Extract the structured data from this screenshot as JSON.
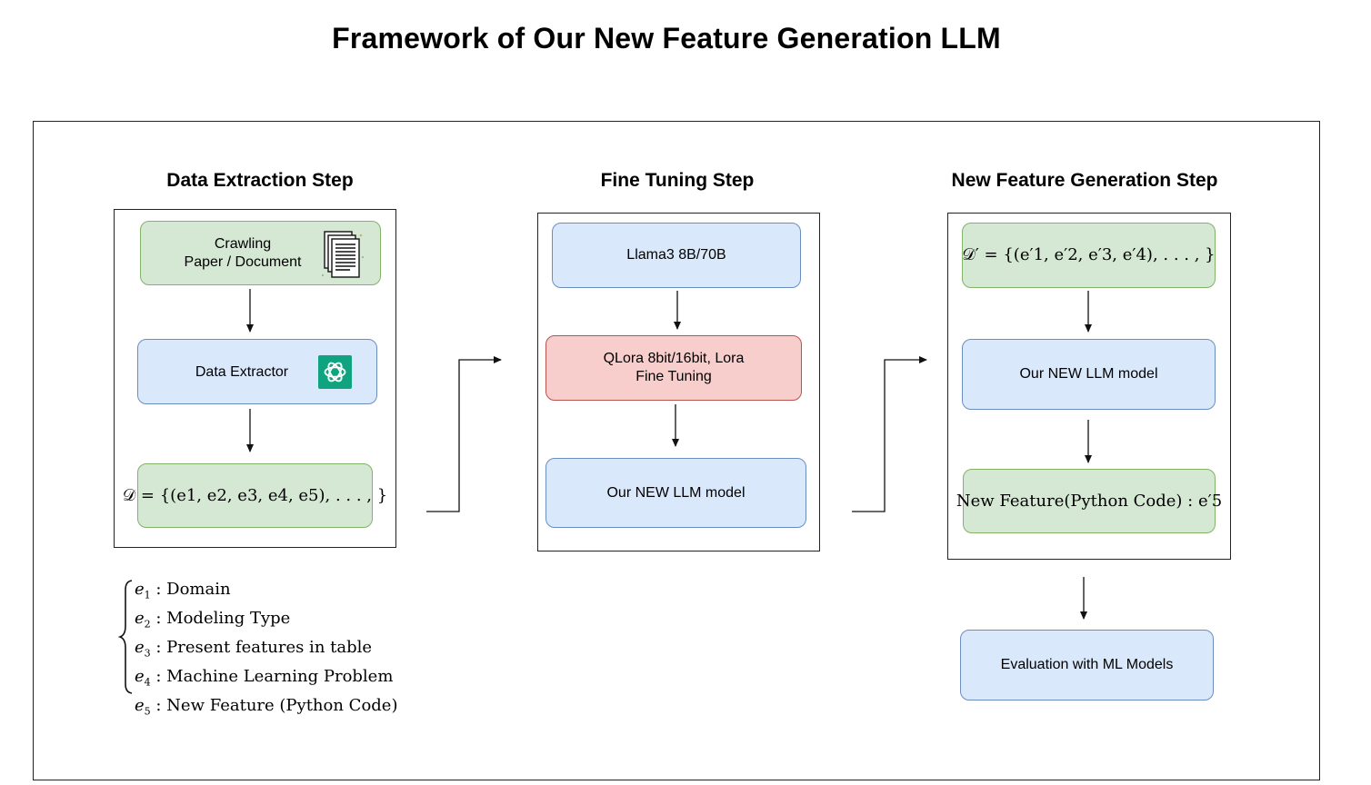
{
  "title": "Framework of Our New Feature Generation LLM",
  "steps": {
    "extraction": {
      "title": "Data Extraction Step",
      "crawling_line1": "Crawling",
      "crawling_line2": "Paper / Document",
      "extractor": "Data Extractor",
      "dataset_formula": "𝒟 = {(e1, e2, e3, e4, e5), . . . , }"
    },
    "finetune": {
      "title": "Fine Tuning Step",
      "base_model": "Llama3 8B/70B",
      "method_line1": "QLora 8bit/16bit, Lora",
      "method_line2": "Fine Tuning",
      "result_model": "Our NEW LLM model"
    },
    "generation": {
      "title": "New Feature Generation Step",
      "input_formula": "𝒟′ = {(e′1, e′2, e′3, e′4), . . . , }",
      "model": "Our NEW LLM model",
      "output_formula": "New Feature(Python Code) : e′5",
      "evaluation": "Evaluation with ML Models"
    }
  },
  "legend": [
    {
      "symbol": "e",
      "index": "1",
      "text": " : Domain"
    },
    {
      "symbol": "e",
      "index": "2",
      "text": " : Modeling Type"
    },
    {
      "symbol": "e",
      "index": "3",
      "text": " : Present features in table"
    },
    {
      "symbol": "e",
      "index": "4",
      "text": " : Machine Learning Problem"
    },
    {
      "symbol": "e",
      "index": "5",
      "text": " : New Feature (Python Code)"
    }
  ],
  "icons": {
    "document": "document-stack-icon",
    "extractor": "chatgpt-logo-icon"
  },
  "colors": {
    "green_fill": "#d5e8d4",
    "green_stroke": "#82b366",
    "blue_fill": "#dae8fc",
    "blue_stroke": "#6c8ebf",
    "red_fill": "#f8cecc",
    "red_stroke": "#b85450",
    "logo": "#10a37f"
  }
}
